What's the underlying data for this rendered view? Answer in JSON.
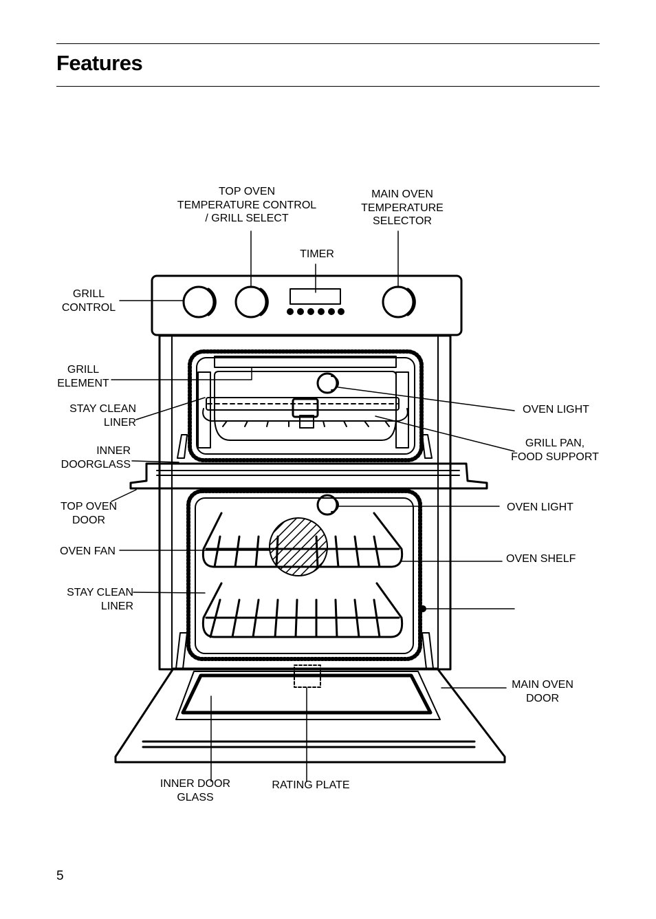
{
  "header": {
    "title": "Features"
  },
  "labels": {
    "top_oven_temp_control": "TOP OVEN\nTEMPERATURE CONTROL\n/ GRILL SELECT",
    "main_oven_temp_selector": "MAIN OVEN\nTEMPERATURE\nSELECTOR",
    "timer": "TIMER",
    "grill_control": "GRILL\nCONTROL",
    "grill_element": "GRILL\nELEMENT",
    "stay_clean_liner_top": "STAY CLEAN\nLINER",
    "inner_doorglass": "INNER\nDOORGLASS",
    "top_oven_door": "TOP OVEN\nDOOR",
    "oven_fan": "OVEN FAN",
    "stay_clean_liner_main": "STAY CLEAN\nLINER",
    "oven_light_top": "OVEN LIGHT",
    "grill_pan_food_support": "GRILL PAN,\nFOOD SUPPORT",
    "oven_light_main": "OVEN LIGHT",
    "oven_shelf": "OVEN SHELF",
    "main_oven_door": "MAIN OVEN\nDOOR",
    "inner_door_glass": "INNER DOOR\nGLASS",
    "rating_plate": "RATING PLATE"
  },
  "footer": {
    "page_number": "5"
  }
}
